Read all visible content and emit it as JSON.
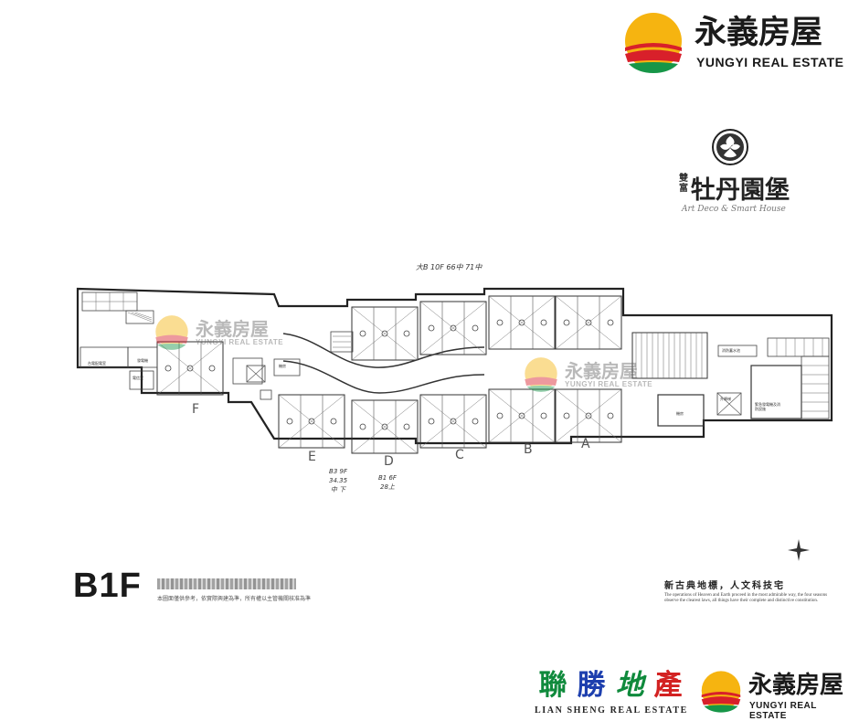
{
  "brand_top": {
    "name_zh": "永義房屋",
    "name_en": "YUNGYI REAL ESTATE"
  },
  "project": {
    "name": "牡丹園堡",
    "vertical": "雙富",
    "subtitle": "Art Deco & Smart House"
  },
  "plan": {
    "handwritten_top": "大B 10F 66中 71中",
    "zones": [
      "F",
      "E",
      "D",
      "C",
      "B",
      "A"
    ],
    "note_e": [
      "B3 9F",
      "34.35",
      "中 下"
    ],
    "note_d": [
      "B1 6F",
      "28上"
    ],
    "room_labels": [
      "台電配電室",
      "發電機",
      "電信室",
      "機房",
      "機房",
      "升降梯",
      "消防蓄水池",
      "緊急發電機及消防設施"
    ]
  },
  "floor_label": "B1F",
  "disclaimer": "本圖面僅供參考，依實際興建為準，所有權以主管機關核准為準",
  "slogan": {
    "title": "新古典地標，人文科技宅",
    "text": "The operations of Heaven and Earth proceed in the most admirable way, the four seasons observe the clearest laws, all things have their complete and distinctive constitution."
  },
  "watermark": {
    "name_zh": "永義房屋",
    "name_en": "YUNGYI REAL ESTATE"
  },
  "brand_bottom_left": {
    "chars": [
      "聯",
      "勝",
      "地",
      "產"
    ],
    "name_en": "LIAN SHENG REAL ESTATE"
  },
  "brand_bottom_right": {
    "name_zh": "永義房屋",
    "name_en": "YUNGYI REAL ESTATE"
  },
  "colors": {
    "sun_yellow": "#f6b410",
    "sun_red": "#d8202a",
    "land_green": "#179648",
    "ls_green": "#0f8a3c",
    "ls_blue": "#1d3fae",
    "ls_red": "#d32222"
  }
}
